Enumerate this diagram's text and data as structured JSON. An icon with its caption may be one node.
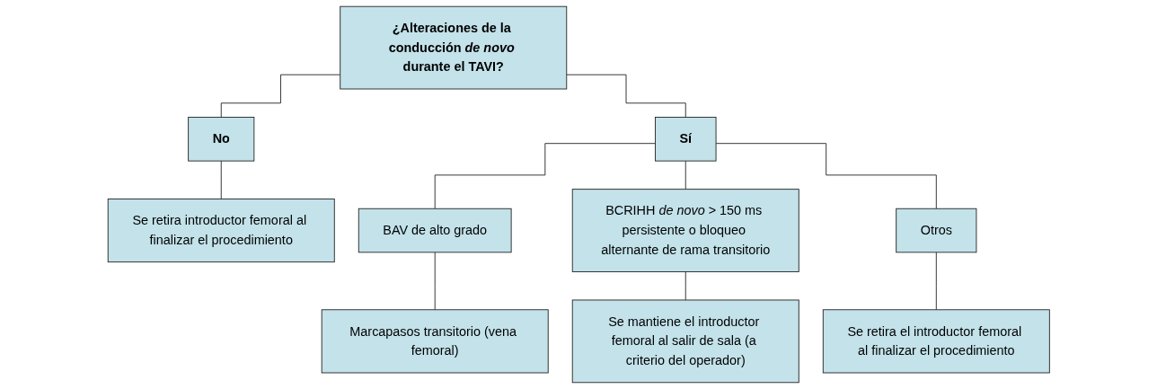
{
  "diagram": {
    "nodes": [
      {
        "text": [
          "¿Alteraciones de la conducción *de novo* durante el TAVI?"
        ]
      },
      {
        "text": [
          "No"
        ]
      },
      {
        "text": [
          "Sí"
        ]
      },
      {
        "text": [
          "Se retira introductor femoral al finalizar el procedimiento"
        ]
      },
      {
        "text": [
          "BAV de alto grado"
        ]
      },
      {
        "text": [
          "BCRIHH *de novo* > 150 ms persistente o bloqueo alternante de rama transitorio"
        ]
      },
      {
        "text": [
          "Otros"
        ]
      },
      {
        "text": [
          "Marcapasos transitorio (vena femoral)"
        ]
      },
      {
        "text": [
          "Se mantiene el introductor femoral al salir de sala (a criterio del operador)"
        ]
      },
      {
        "text": [
          "Se retira el introductor femoral al finalizar el procedimiento"
        ]
      }
    ],
    "edges": [
      {
        "from": 0,
        "to": 1,
        "arrow": "none"
      },
      {
        "from": 0,
        "to": 2,
        "arrow": "none"
      },
      {
        "from": 1,
        "to": 3,
        "arrow": "none"
      },
      {
        "from": 2,
        "to": 4,
        "arrow": "none"
      },
      {
        "from": 2,
        "to": 5,
        "arrow": "none"
      },
      {
        "from": 2,
        "to": 6,
        "arrow": "none"
      },
      {
        "from": 4,
        "to": 7,
        "arrow": "none"
      },
      {
        "from": 5,
        "to": 8,
        "arrow": "none"
      },
      {
        "from": 6,
        "to": 9,
        "arrow": "none"
      }
    ]
  }
}
